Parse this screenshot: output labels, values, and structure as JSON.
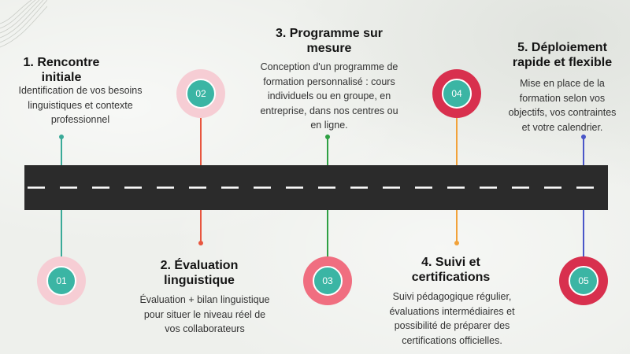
{
  "colors": {
    "teal": "#3bb5a4",
    "light_pink": "#f6cdd4",
    "coral": "#f06e80",
    "crimson": "#d8304e",
    "stem_teal": "#3aaa98",
    "stem_coral": "#e8563f",
    "stem_green": "#2ea043",
    "stem_orange": "#f2a23a",
    "stem_blue": "#4a56c8",
    "road": "#2b2b2b"
  },
  "steps": [
    {
      "number": "01",
      "title": "1. Rencontre\ninitiale",
      "description": "Identification de vos besoins\nlinguistiques et contexte\nprofessionnel"
    },
    {
      "number": "02",
      "title": "2. Évaluation\nlinguistique",
      "description": "Évaluation + bilan linguistique\npour situer le niveau réel de\nvos collaborateurs"
    },
    {
      "number": "03",
      "title": "3. Programme sur\nmesure",
      "description": "Conception d'un programme de\nformation personnalisé : cours\nindividuels ou en groupe, en\nentreprise, dans nos centres ou\nen ligne."
    },
    {
      "number": "04",
      "title": "4. Suivi et\ncertifications",
      "description": "Suivi pédagogique régulier,\névaluations intermédiaires et\npossibilité de préparer des\ncertifications officielles."
    },
    {
      "number": "05",
      "title": "5. Déploiement\nrapide et flexible",
      "description": "Mise en place de la\nformation selon vos\nobjectifs, vos contraintes\net votre calendrier."
    }
  ]
}
